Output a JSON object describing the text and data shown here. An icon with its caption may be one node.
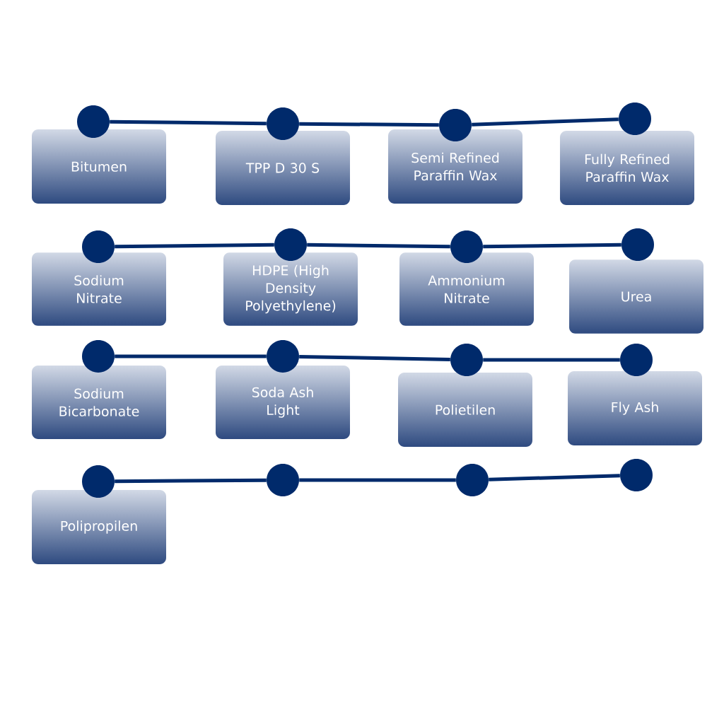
{
  "diagram": {
    "nodes": [
      {
        "text": [],
        "shape": "circle"
      },
      {
        "text": [],
        "shape": "circle"
      },
      {
        "text": [],
        "shape": "circle"
      },
      {
        "text": [],
        "shape": "circle"
      },
      {
        "text": [
          "Bitumen"
        ]
      },
      {
        "text": [
          "TPP D 30 S"
        ]
      },
      {
        "text": [
          "Semi Refined Paraffin Wax"
        ]
      },
      {
        "text": [
          "Fully Refined Paraffin Wax"
        ]
      },
      {
        "text": [],
        "shape": "circle"
      },
      {
        "text": [],
        "shape": "circle"
      },
      {
        "text": [],
        "shape": "circle"
      },
      {
        "text": [],
        "shape": "circle"
      },
      {
        "text": [
          "Sodium Nitrate"
        ]
      },
      {
        "text": [
          "HDPE (High Density Polyethylene)"
        ]
      },
      {
        "text": [
          "Ammonium Nitrate"
        ]
      },
      {
        "text": [
          "Urea"
        ]
      },
      {
        "text": [],
        "shape": "circle"
      },
      {
        "text": [],
        "shape": "circle"
      },
      {
        "text": [],
        "shape": "circle"
      },
      {
        "text": [],
        "shape": "circle"
      },
      {
        "text": [
          "Sodium Bicarbonate"
        ]
      },
      {
        "text": [
          "Soda Ash Light"
        ]
      },
      {
        "text": [
          "Polietilen"
        ]
      },
      {
        "text": [
          "Fly Ash"
        ]
      },
      {
        "text": [],
        "shape": "circle"
      },
      {
        "text": [],
        "shape": "circle"
      },
      {
        "text": [],
        "shape": "circle"
      },
      {
        "text": [],
        "shape": "circle"
      },
      {
        "text": [
          "Polipropilen"
        ]
      }
    ],
    "edges": [
      {
        "from": 0,
        "to": 1,
        "arrow": "none"
      },
      {
        "from": 1,
        "to": 2,
        "arrow": "none"
      },
      {
        "from": 2,
        "to": 3,
        "arrow": "none"
      },
      {
        "from": 8,
        "to": 9,
        "arrow": "none"
      },
      {
        "from": 9,
        "to": 10,
        "arrow": "none"
      },
      {
        "from": 10,
        "to": 11,
        "arrow": "none"
      },
      {
        "from": 16,
        "to": 17,
        "arrow": "none"
      },
      {
        "from": 17,
        "to": 18,
        "arrow": "none"
      },
      {
        "from": 18,
        "to": 19,
        "arrow": "none"
      },
      {
        "from": 24,
        "to": 25,
        "arrow": "none"
      },
      {
        "from": 25,
        "to": 26,
        "arrow": "none"
      },
      {
        "from": 26,
        "to": 27,
        "arrow": "none"
      }
    ]
  }
}
